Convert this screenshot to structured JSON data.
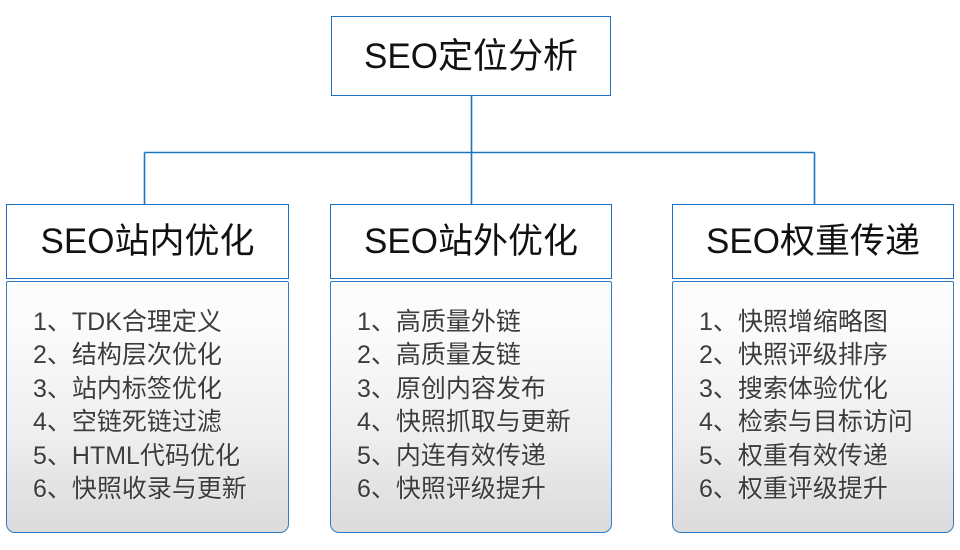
{
  "theme": {
    "border_blue": "#1f6fc4",
    "connector_blue": "#1a74c2",
    "background": "#ffffff",
    "title_text": "#111111",
    "list_text": "#3c3c3c",
    "body_gradient_top": "#fdfdfd",
    "body_gradient_bottom": "#dcdcdc"
  },
  "root": {
    "label": "SEO定位分析"
  },
  "branches": [
    {
      "id": "seo-onsite-optimization",
      "title": "SEO站内优化",
      "items": [
        "1、TDK合理定义",
        "2、结构层次优化",
        "3、站内标签优化",
        "4、空链死链过滤",
        "5、HTML代码优化",
        "6、快照收录与更新"
      ]
    },
    {
      "id": "seo-offsite-optimization",
      "title": "SEO站外优化",
      "items": [
        "1、高质量外链",
        "2、高质量友链",
        "3、原创内容发布",
        "4、快照抓取与更新",
        "5、内连有效传递",
        "6、快照评级提升"
      ]
    },
    {
      "id": "seo-weight-transfer",
      "title": "SEO权重传递",
      "items": [
        "1、快照增缩略图",
        "2、快照评级排序",
        "3、搜索体验优化",
        "4、检索与目标访问",
        "5、权重有效传递",
        "6、权重评级提升"
      ]
    }
  ]
}
